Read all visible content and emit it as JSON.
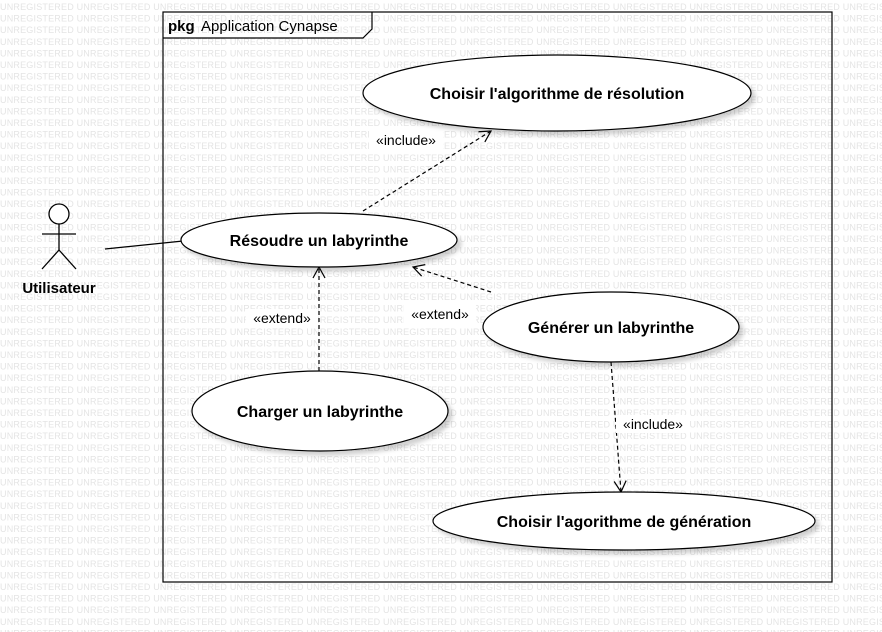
{
  "watermark": {
    "text": "UNREGISTERED"
  },
  "package": {
    "keyword": "pkg",
    "name": "Application Cynapse"
  },
  "actor": {
    "name": "Utilisateur"
  },
  "use_cases": {
    "choisir_resolution": "Choisir l'algorithme de résolution",
    "resoudre": "Résoudre un labyrinthe",
    "generer": "Générer un labyrinthe",
    "charger": "Charger un labyrinthe",
    "choisir_generation": "Choisir l'agorithme de génération"
  },
  "relations": {
    "include_resolution": "«include»",
    "extend_charger": "«extend»",
    "extend_generer": "«extend»",
    "include_generation": "«include»"
  }
}
